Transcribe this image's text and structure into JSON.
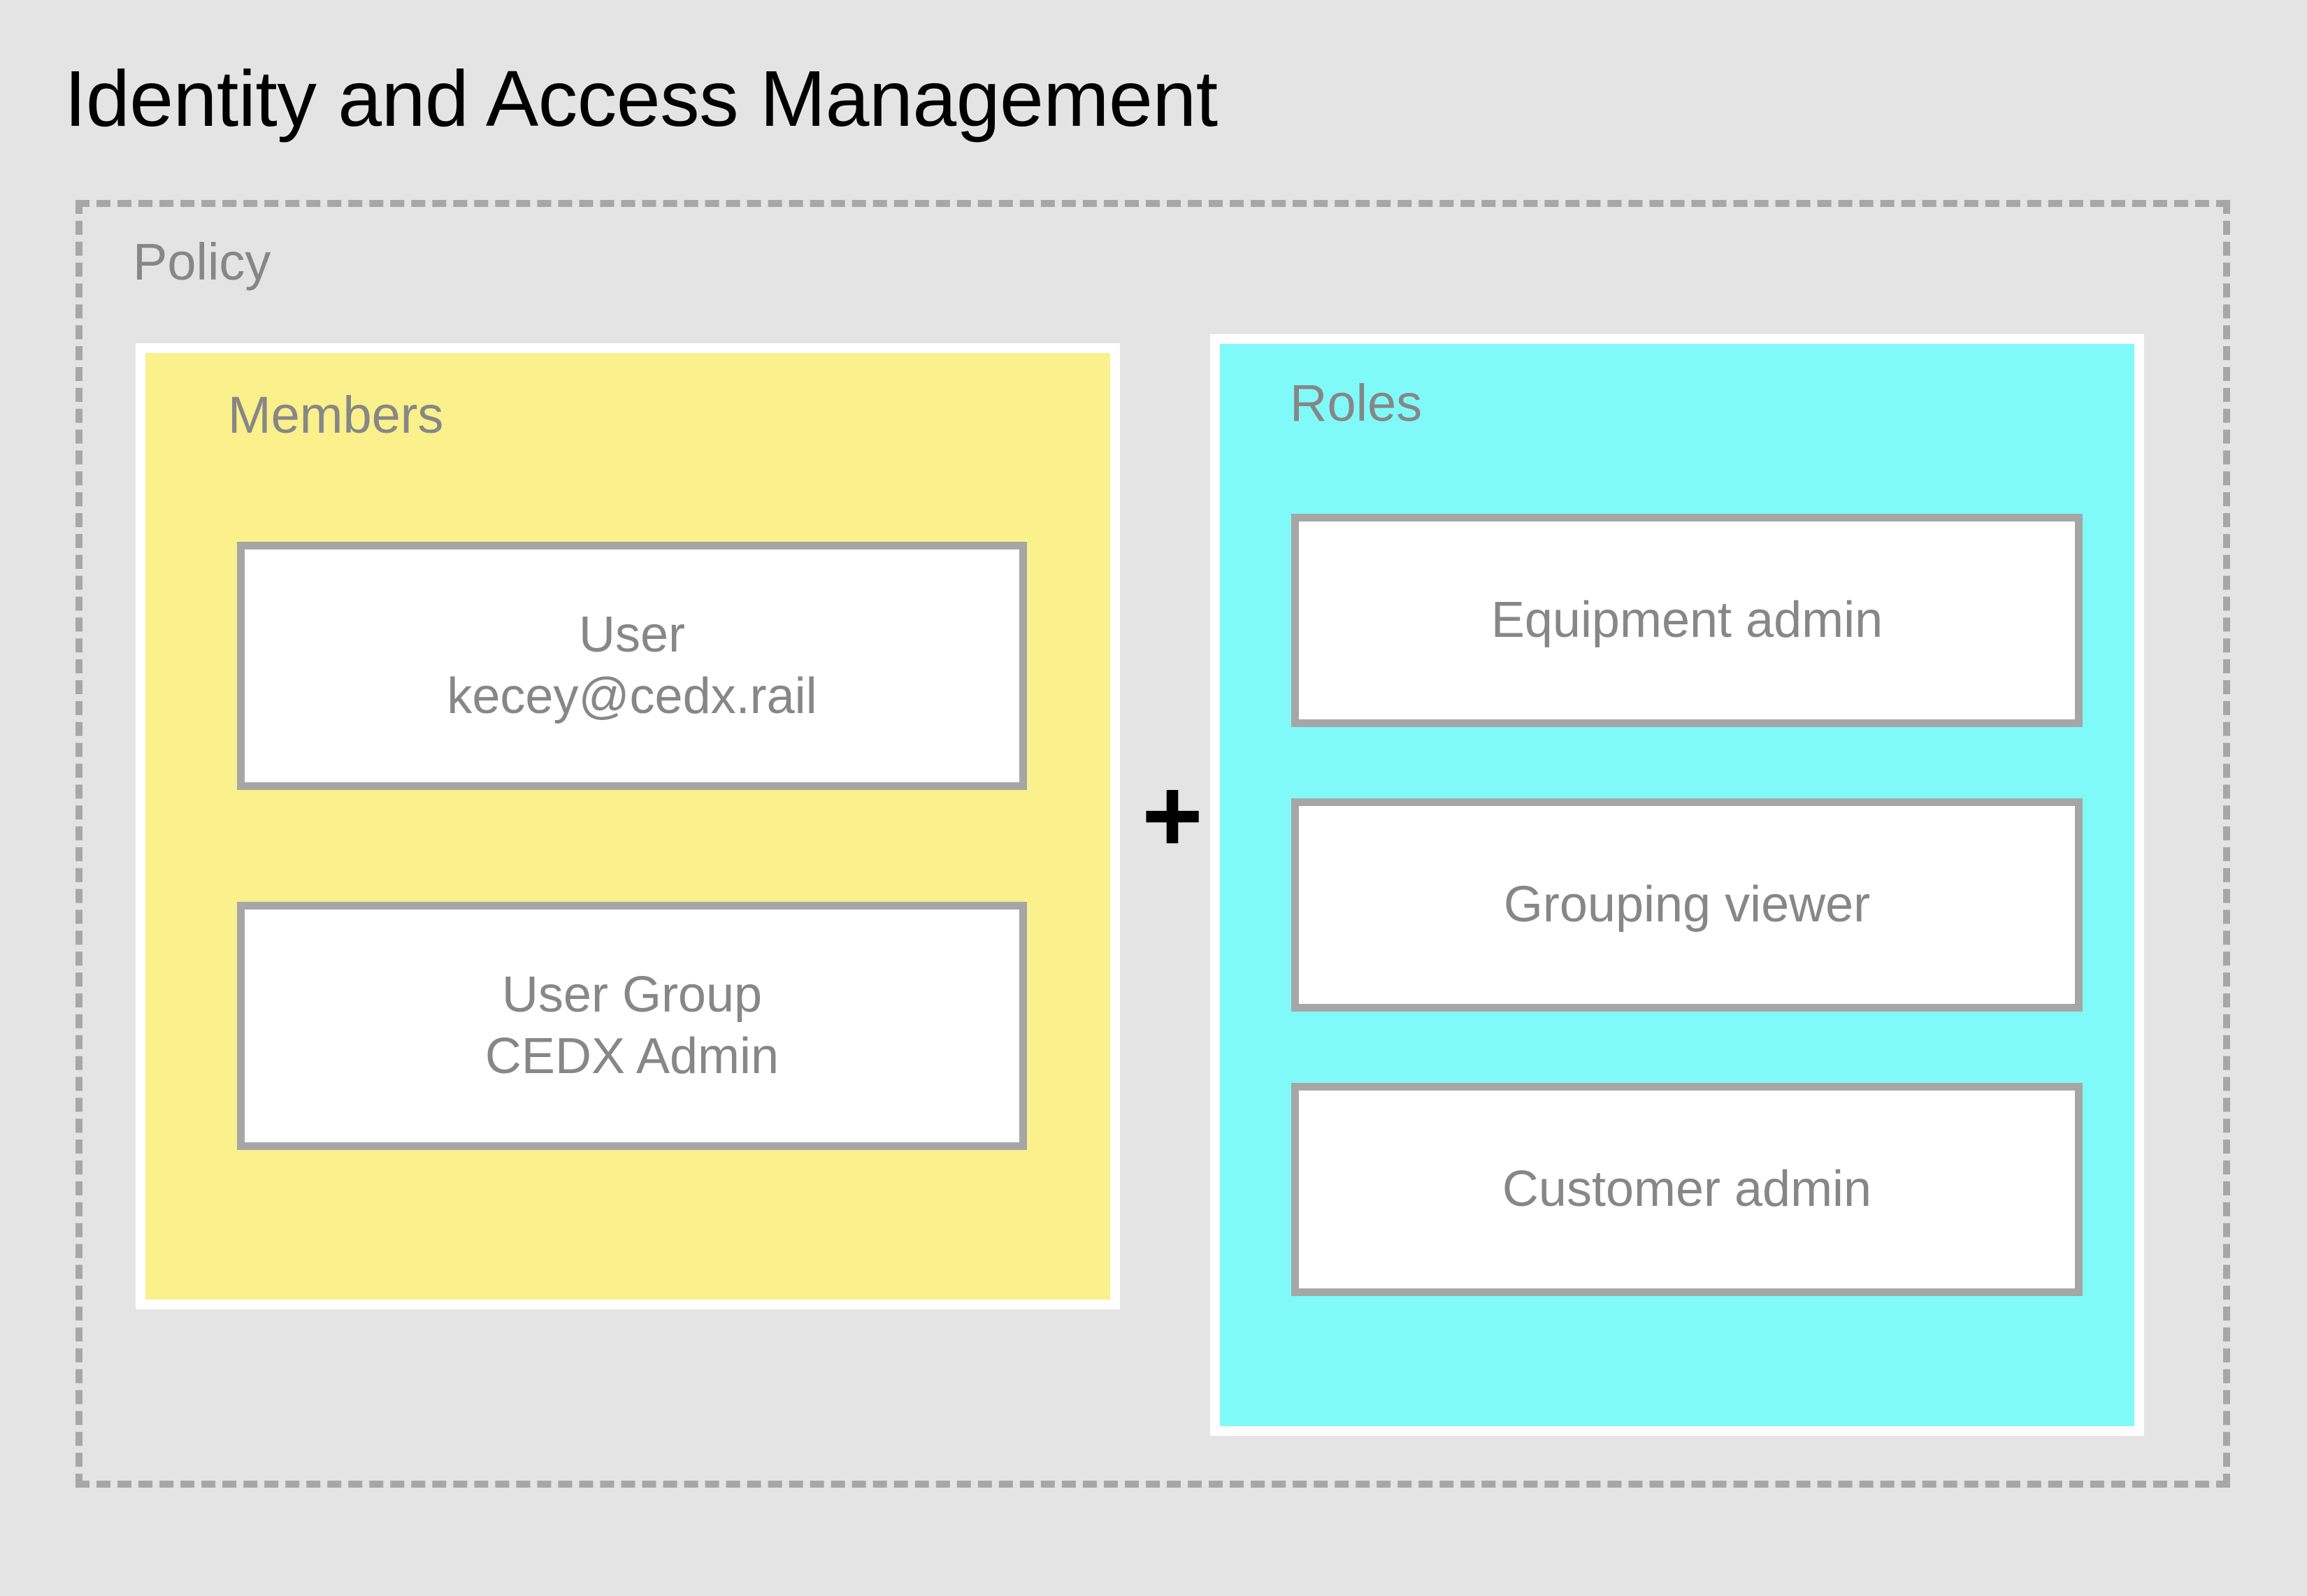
{
  "title": "Identity and Access Management",
  "policy": {
    "label": "Policy",
    "members_panel": {
      "heading": "Members",
      "color": "#faf08c",
      "items": [
        {
          "type_label": "User",
          "value": "kecey@cedx.rail"
        },
        {
          "type_label": "User Group",
          "value": "CEDX Admin"
        }
      ]
    },
    "operator": "+",
    "roles_panel": {
      "heading": "Roles",
      "color": "#7ffaf9",
      "items": [
        {
          "label": "Equipment admin"
        },
        {
          "label": "Grouping viewer"
        },
        {
          "label": "Customer admin"
        }
      ]
    }
  },
  "colors": {
    "background": "#e4e4e4",
    "members_fill": "#faf08c",
    "roles_fill": "#7ffaf9",
    "card_border": "#a6a6a6",
    "muted_text": "#878787",
    "title_text": "#000000",
    "dashed_border": "#a7a7a7"
  },
  "computed": {
    "member_0_text": "User\nkecey@cedx.rail",
    "member_1_text": "User Group\nCEDX Admin"
  }
}
